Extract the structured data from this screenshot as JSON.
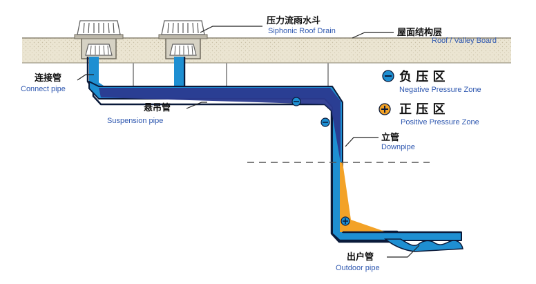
{
  "labels": {
    "siphonic_drain_cn": "压力流雨水斗",
    "siphonic_drain_en": "Siphonic  Roof Drain",
    "roof_cn": "屋面结构层",
    "roof_en": "Roof / Valley Board",
    "connect_cn": "连接管",
    "connect_en": "Connect pipe",
    "suspension_cn": "悬吊管",
    "suspension_en": "Suspension pipe",
    "downpipe_cn": "立管",
    "downpipe_en": "Downpipe",
    "outdoor_cn": "出户管",
    "outdoor_en": "Outdoor pipe"
  },
  "legend": {
    "negative_cn": "负 压 区",
    "negative_en": "Negative Pressure Zone",
    "positive_cn": "正 压 区",
    "positive_en": "Positive Pressure Zone"
  },
  "colors": {
    "pipe": "#1e8fd2",
    "negative_zone": "#2b3a8f",
    "positive_zone": "#f3a227",
    "roof": "#e9e3cf",
    "label_en": "#2f58b0"
  },
  "icons": {
    "negative_symbol": "minus-circle-icon",
    "positive_symbol": "plus-circle-icon"
  }
}
